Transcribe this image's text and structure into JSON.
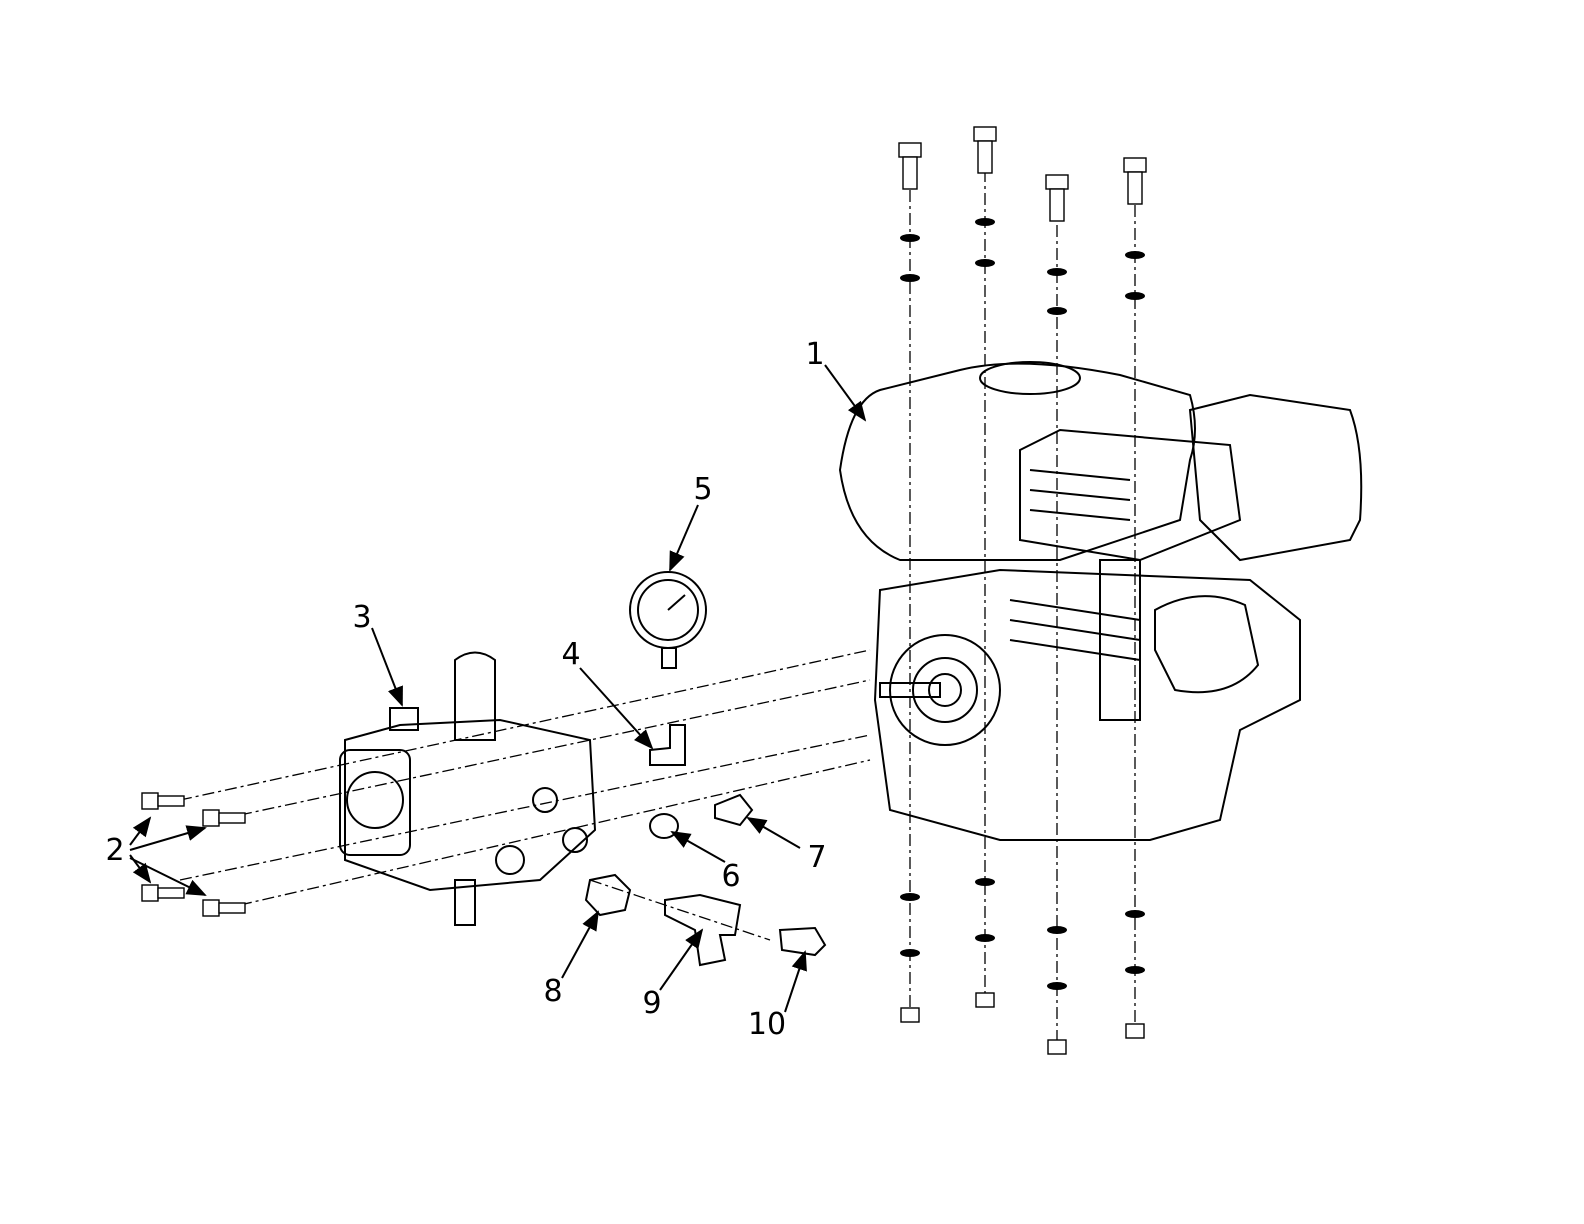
{
  "diagram": {
    "type": "exploded parts diagram",
    "callouts": [
      "1",
      "2",
      "3",
      "4",
      "5",
      "6",
      "7",
      "8",
      "9",
      "10"
    ]
  }
}
